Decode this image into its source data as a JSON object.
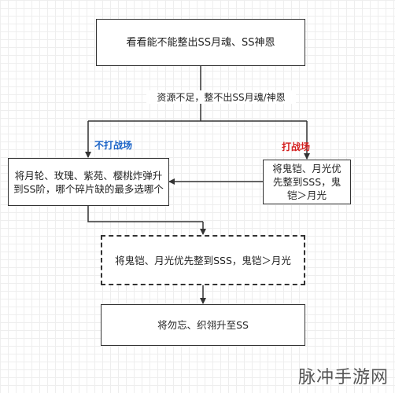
{
  "nodes": {
    "start": "看看能不能整出SS月魂、SS神恩",
    "left_option": "将月轮、玫瑰、紫苑、樱桃炸弹升到SS阶，哪个碎片缺的最多选哪个",
    "right_option": "将鬼铠、月光优先整到SSS，鬼铠＞月光",
    "dashed_step": "将鬼铠、月光优先整到SSS，鬼铠＞月光",
    "final_step": "将勿忘、织翎升至SS"
  },
  "labels": {
    "condition": "资源不足，整不出SS月魂/神恩",
    "no_battle": "不打战场",
    "battle": "打战场"
  },
  "colors": {
    "no_battle": "#1a63c7",
    "battle": "#d42020",
    "stroke": "#333333"
  },
  "watermark": "脉冲手游网"
}
